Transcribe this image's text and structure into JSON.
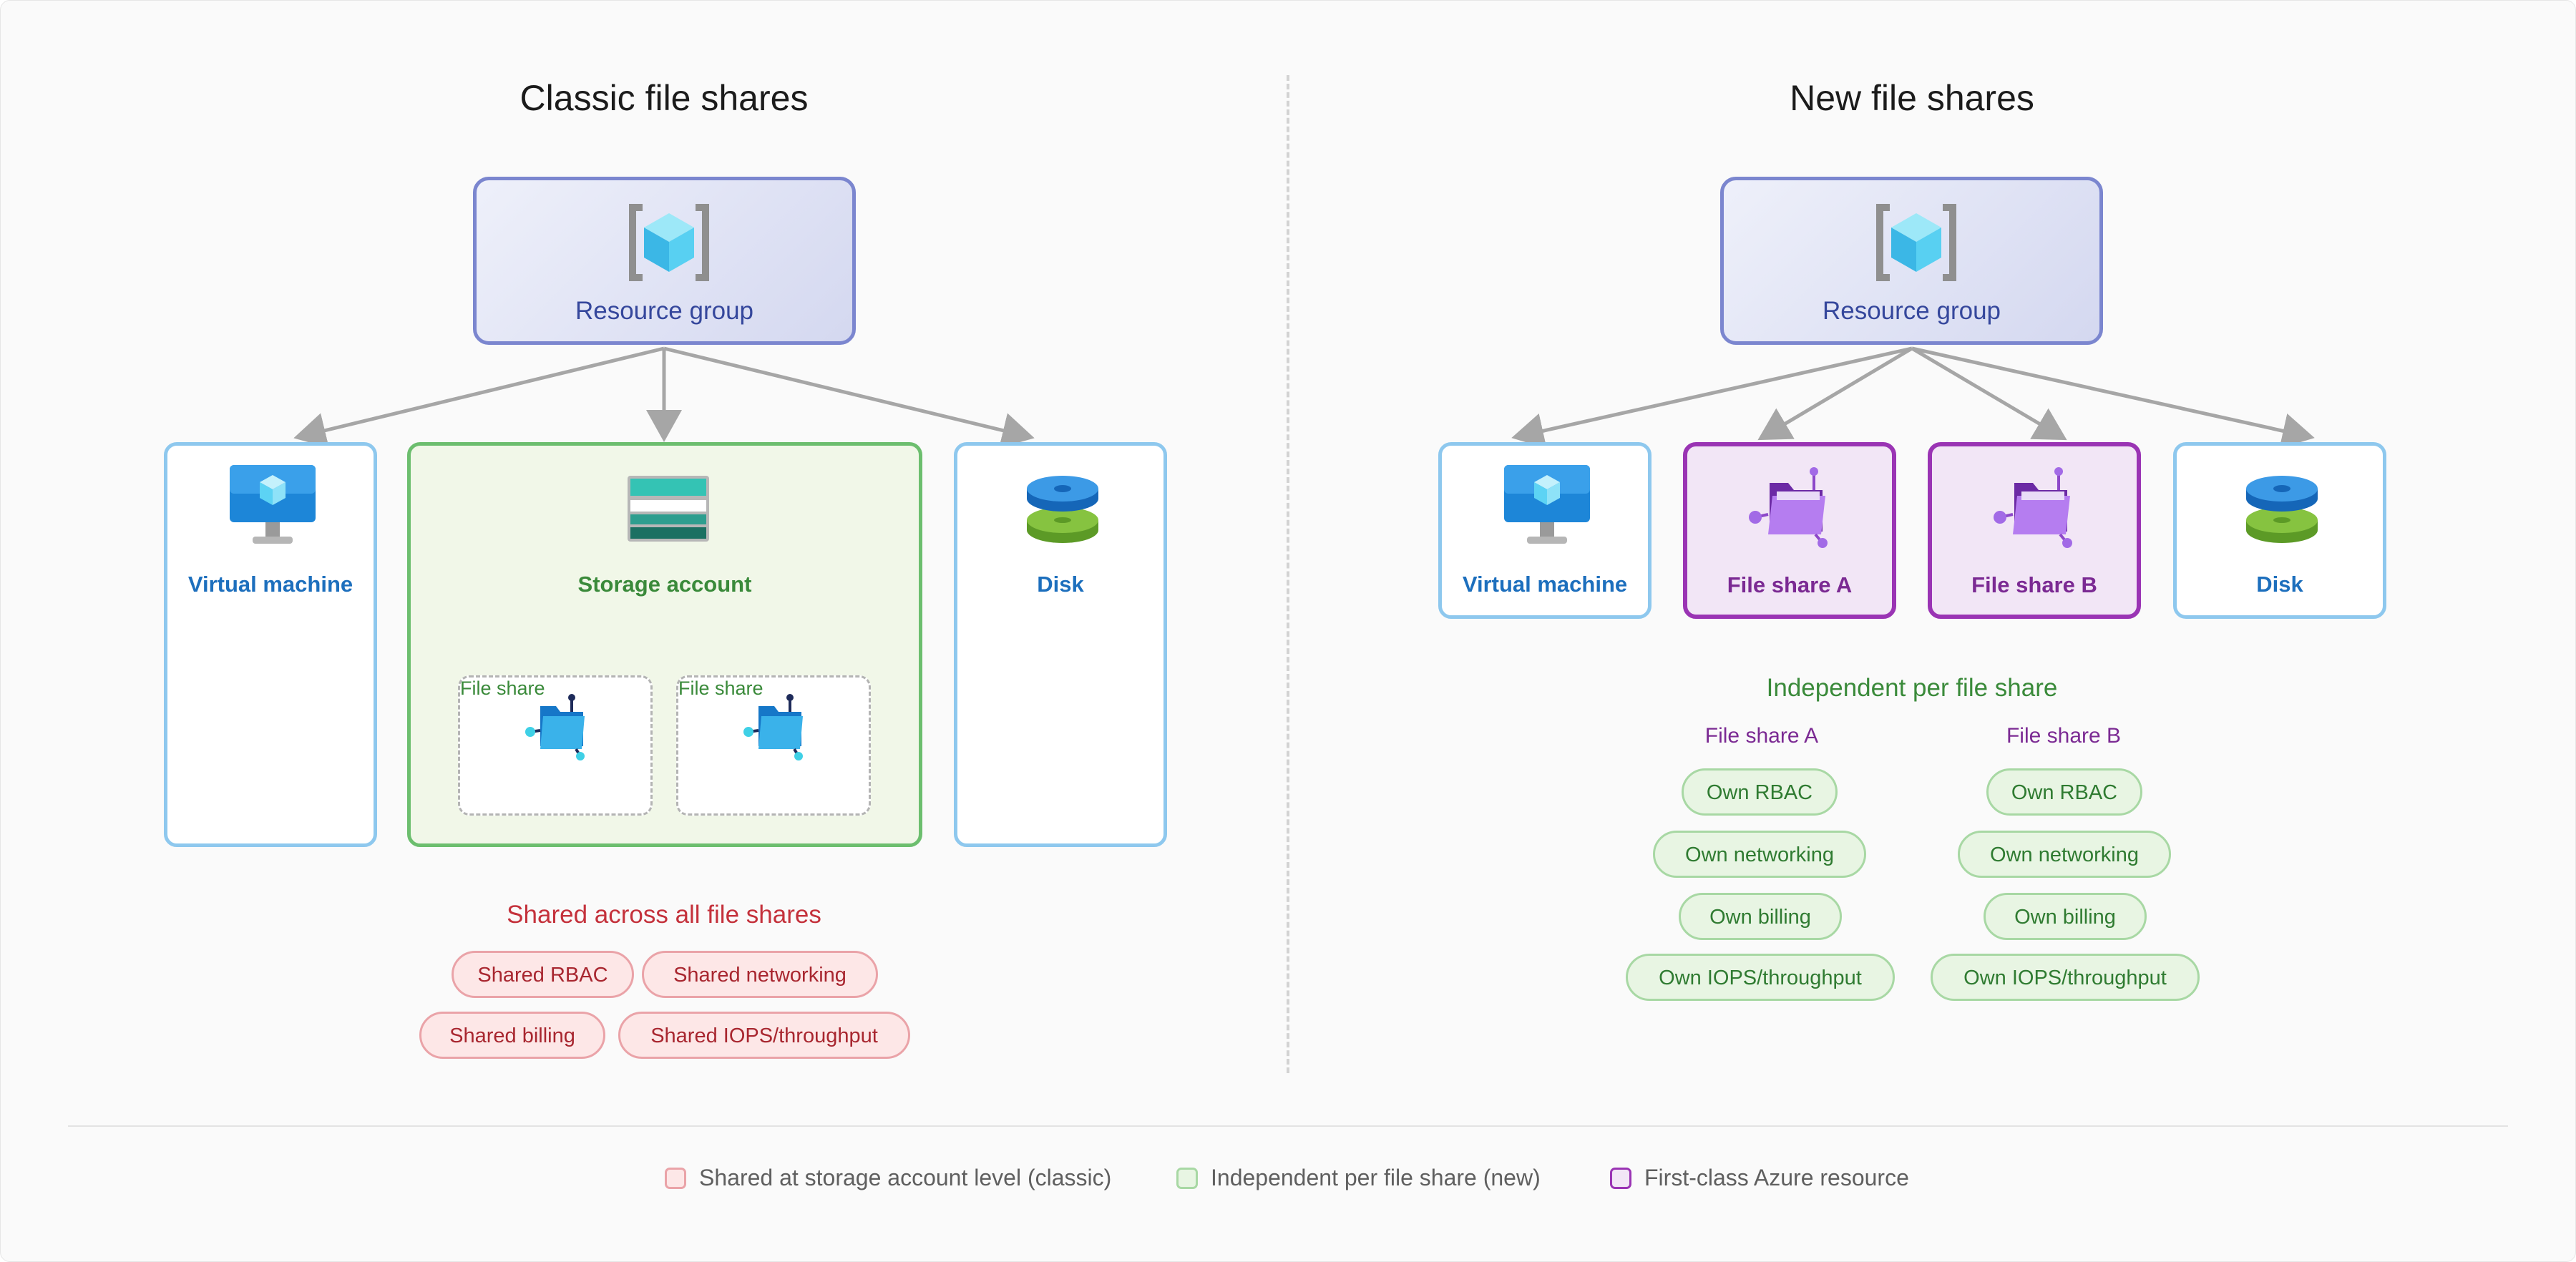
{
  "colors": {
    "resource_group_border": "#7b86cf",
    "resource_box_border": "#8ec8ee",
    "storage_box_border": "#6cbe6e",
    "first_class_border": "#9a34b4",
    "shared_red": "#c4313b",
    "independent_green": "#3a8a3a",
    "purple_text": "#7b2a93",
    "arrow": "#a6a6a6"
  },
  "classic": {
    "title": "Classic file shares",
    "resource_group": {
      "label": "Resource group",
      "icon": "resource-group-cube-icon"
    },
    "virtual_machine": {
      "label": "Virtual machine",
      "icon": "virtual-machine-monitor-icon"
    },
    "storage_account": {
      "label": "Storage account",
      "icon": "storage-account-icon",
      "file_shares": [
        {
          "label": "File share",
          "icon": "file-share-folder-icon"
        },
        {
          "label": "File share",
          "icon": "file-share-folder-icon"
        }
      ]
    },
    "disk": {
      "label": "Disk",
      "icon": "disk-icon"
    },
    "shared_heading": "Shared across all file shares",
    "shared_pills": [
      "Shared RBAC",
      "Shared networking",
      "Shared billing",
      "Shared IOPS/throughput"
    ]
  },
  "new": {
    "title": "New file shares",
    "resource_group": {
      "label": "Resource group",
      "icon": "resource-group-cube-icon"
    },
    "virtual_machine": {
      "label": "Virtual machine",
      "icon": "virtual-machine-monitor-icon"
    },
    "file_share_a": {
      "label": "File share A",
      "icon": "file-share-folder-purple-icon"
    },
    "file_share_b": {
      "label": "File share B",
      "icon": "file-share-folder-purple-icon"
    },
    "disk": {
      "label": "Disk",
      "icon": "disk-icon"
    },
    "independent_heading": "Independent per file share",
    "columns": [
      {
        "title": "File share A",
        "pills": [
          "Own RBAC",
          "Own networking",
          "Own billing",
          "Own IOPS/throughput"
        ]
      },
      {
        "title": "File share B",
        "pills": [
          "Own RBAC",
          "Own networking",
          "Own billing",
          "Own IOPS/throughput"
        ]
      }
    ]
  },
  "legend": [
    {
      "label": "Shared at storage account level (classic)",
      "swatch": "red"
    },
    {
      "label": "Independent per file share (new)",
      "swatch": "green"
    },
    {
      "label": "First-class Azure resource",
      "swatch": "purple"
    }
  ]
}
